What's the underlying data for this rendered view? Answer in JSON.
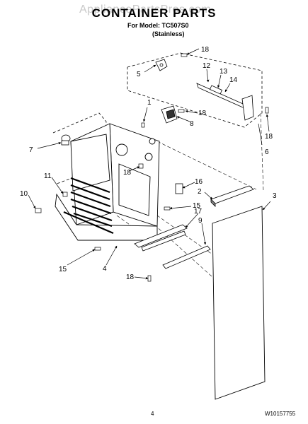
{
  "watermark": "AppliancePartsPros.com",
  "title": "CONTAINER PARTS",
  "model_line": "For Model: TC507S0",
  "variant_line": "(Stainless)",
  "page_number": "4",
  "document_number": "W10157755",
  "callouts": {
    "c1": "1",
    "c2": "2",
    "c3": "3",
    "c4": "4",
    "c5": "5",
    "c6": "6",
    "c7": "7",
    "c8": "8",
    "c9": "9",
    "c10": "10",
    "c11": "11",
    "c12": "12",
    "c13": "13",
    "c14": "14",
    "c15a": "15",
    "c15b": "15",
    "c16": "16",
    "c17": "17",
    "c18a": "18",
    "c18b": "18",
    "c18c": "18",
    "c18d": "18",
    "c18e": "18"
  }
}
